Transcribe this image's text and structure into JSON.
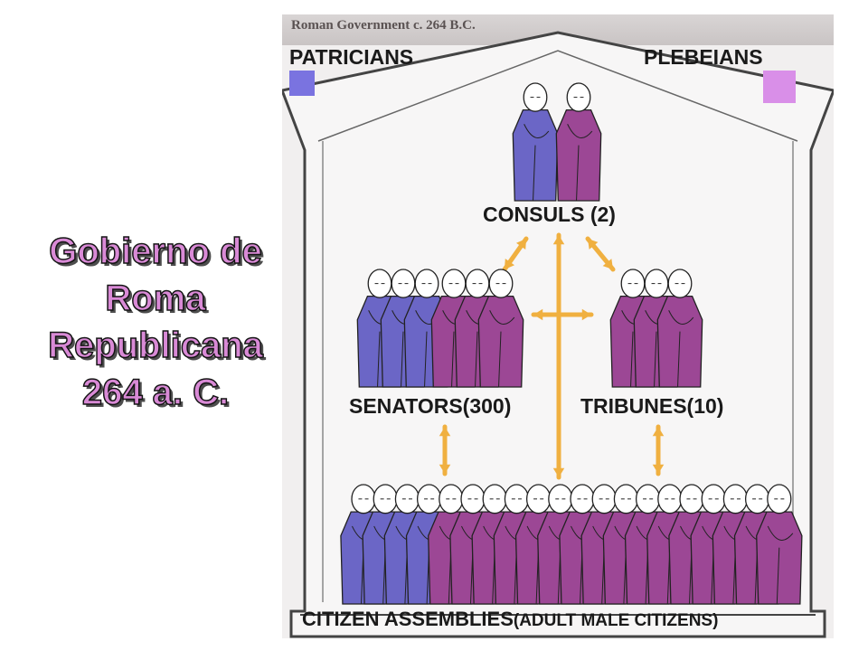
{
  "slide": {
    "title_lines": [
      "Gobierno de",
      "Roma",
      "Republicana",
      "264 a. C."
    ]
  },
  "diagram": {
    "banner": "Roman Government c. 264 B.C.",
    "legend": [
      {
        "label": "PATRICIANS",
        "color": "#7a73e0"
      },
      {
        "label": "PLEBEIANS",
        "color": "#d98fe8"
      }
    ],
    "levels": {
      "consuls": {
        "label": "CONSULS (2)"
      },
      "senators": {
        "label": "SENATORS(300)"
      },
      "tribunes": {
        "label": "TRIBUNES(10)"
      },
      "assemblies": {
        "label_main": "CITIZEN ASSEMBLIES",
        "label_sub": "(ADULT MALE CITIZENS)"
      }
    },
    "colors": {
      "patrician_robe": "#6b66c6",
      "plebeian_robe": "#9c4795",
      "arrow": "#f0b040"
    }
  }
}
